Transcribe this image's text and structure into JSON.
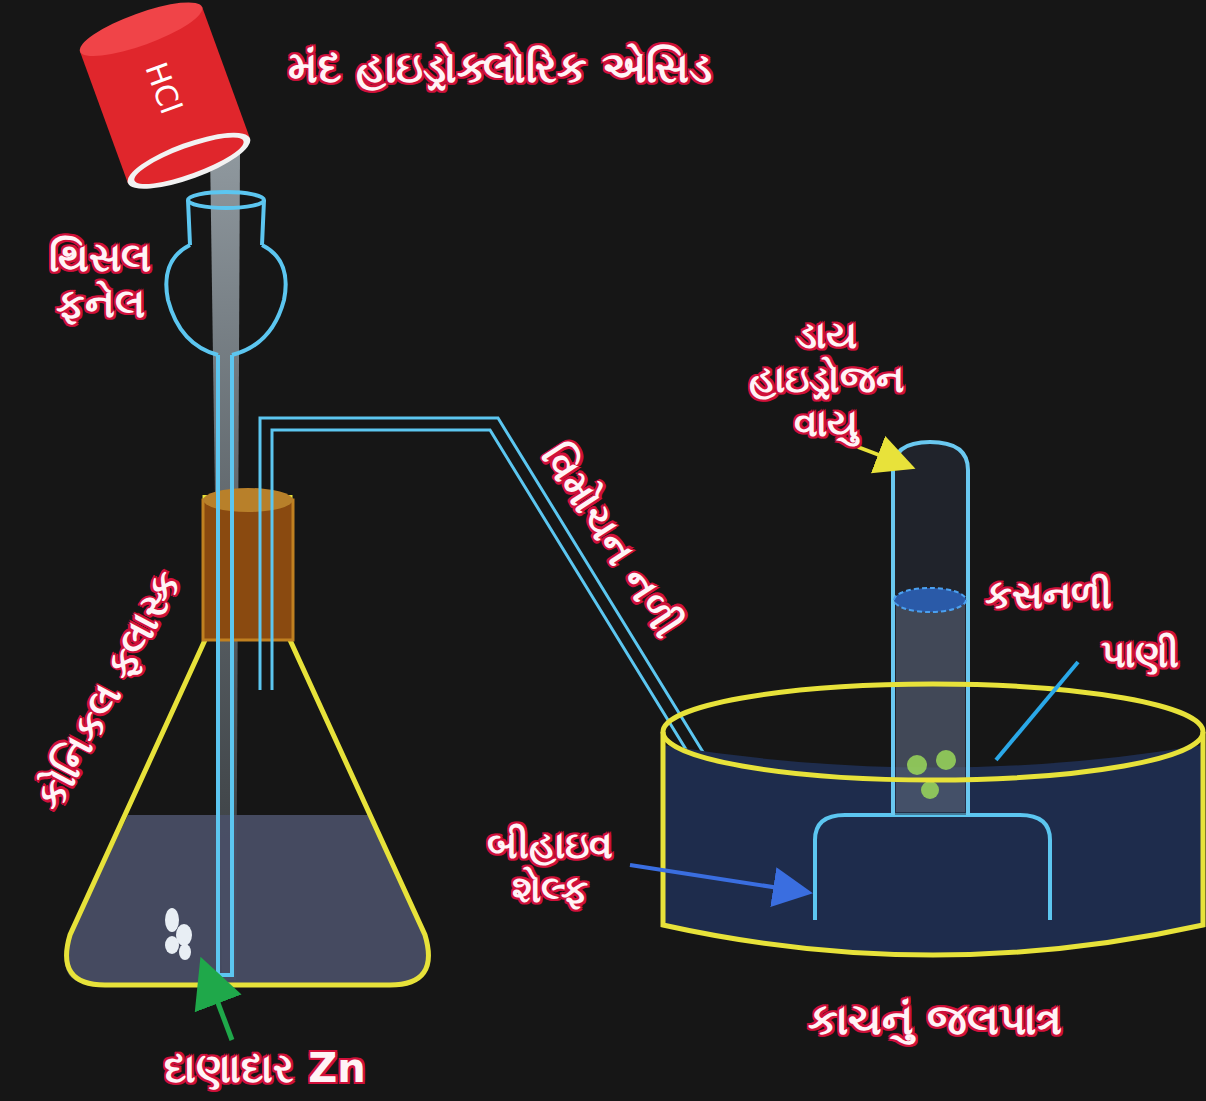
{
  "diagram": {
    "labels": [
      "HCl",
      "મંદ હાઇડ્રોક્લોરિક એસિડ",
      "થિસલ ફનેલ",
      "ડાય હાઇડ્રોજન વાયુ",
      "વિમોચન નળી",
      "કોનિકલ ફ્લાસ્ક",
      "કસનળી",
      "પાણી",
      "બીહાઇવ શેલ્ફ",
      "કાચનું જલપાત્ર",
      "દાણાદાર Zn"
    ]
  }
}
